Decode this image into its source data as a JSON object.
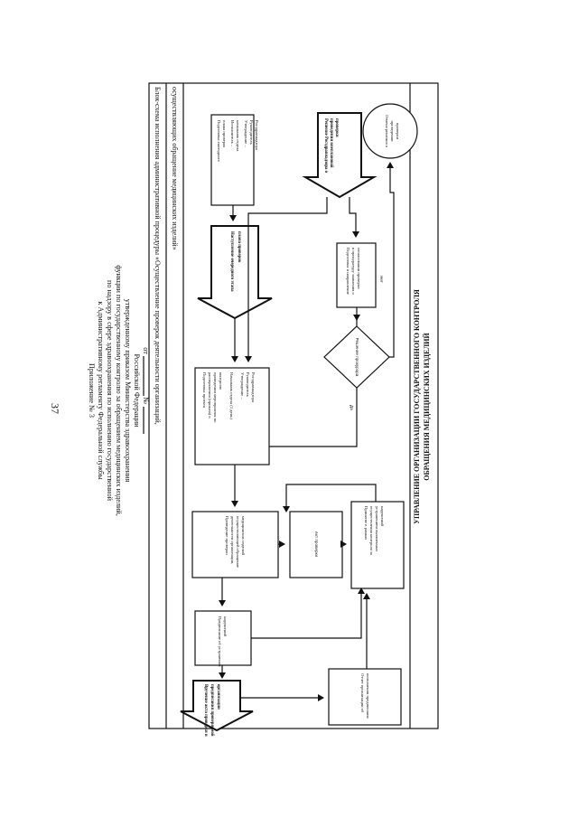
{
  "page_number": "37",
  "header": {
    "line1": "Приложение № 3",
    "line2": "к Административному регламенту Федеральной службы",
    "line3": "по надзору в сфере здравоохранения по исполнению государственной",
    "line4": "функции по государственному контролю за обращением медицинских изделий,",
    "line5": "утвержденному приказом Министерства здравоохранения",
    "line6": "Российской Федерации",
    "line7_prefix": "от",
    "line7_no": "№"
  },
  "diagram": {
    "title_line1": "Блок-схема исполнения административной процедуры «Осуществление проверок деятельности организаций,",
    "title_line2": "осуществляющих обращение медицинских изделий»",
    "department_line1": "УПРАВЛЕНИЕ ОРГАНИЗАЦИИ ГОСУДАРСТВЕННОГО КОНТРОЛЯ",
    "department_line2": "ОБРАЩЕНИЯ МЕДИЦИНСКИХ ИЗДЕЛИЙ",
    "plan": {
      "l1": "Подготовка ежегодного",
      "l2": "плана проверок",
      "l3": "Исполнитель –",
      "l4": "начальник отдела",
      "l5": "Утверждение –",
      "l6": "Руководитель",
      "l7": "Росздравнадзора"
    },
    "arrow_plan": {
      "l1": "Наступление очередного этапа",
      "l2": "плана проверок"
    },
    "arrow_decision": {
      "l1": "Решение Росздравнадзора о",
      "l2": "проведении внеплановой",
      "l3": "проверки"
    },
    "prepare_order": {
      "l1": "Подготовка проекта",
      "l2": "распоряжения (приказа) о",
      "l3": "проведении мероприятия по",
      "l4": "контролю",
      "l5": "Начальник отдела (1 день)",
      "l6": "Утверждение –",
      "l7": "Руководитель",
      "l8": "Росздравнадзора"
    },
    "agree_request": {
      "l1": "Подготовка и направление",
      "l2": "в прокуратуру заявления о",
      "l3": "согласовании проверки"
    },
    "check_decision": {
      "l1": "Решение прокурора"
    },
    "yes_label": "Да",
    "no_label": "Нет",
    "refuse": {
      "l1": "Отмена решения о",
      "l2": "проведении",
      "l3": "проверки"
    },
    "inspection": {
      "l1": "Проведение проверки",
      "l2": "деятельности организации,",
      "l3": "осуществляющей обращение",
      "l4": "медицинских изделий"
    },
    "act": {
      "l1": "Акт проверки"
    },
    "measures": {
      "l1": "Принятие в рамках",
      "l2": "осуществления контроля за",
      "l3": "устранением выявленных",
      "l4": "нарушений"
    },
    "prescription": {
      "l1": "Предписание об устранении",
      "l2": "нарушений"
    },
    "handover": {
      "l1": "Вручение акта проверки и",
      "l2": "предписания проверяемой",
      "l3": "организации"
    },
    "report": {
      "l1": "Отчет организации об",
      "l2": "исполнении предписания"
    }
  }
}
